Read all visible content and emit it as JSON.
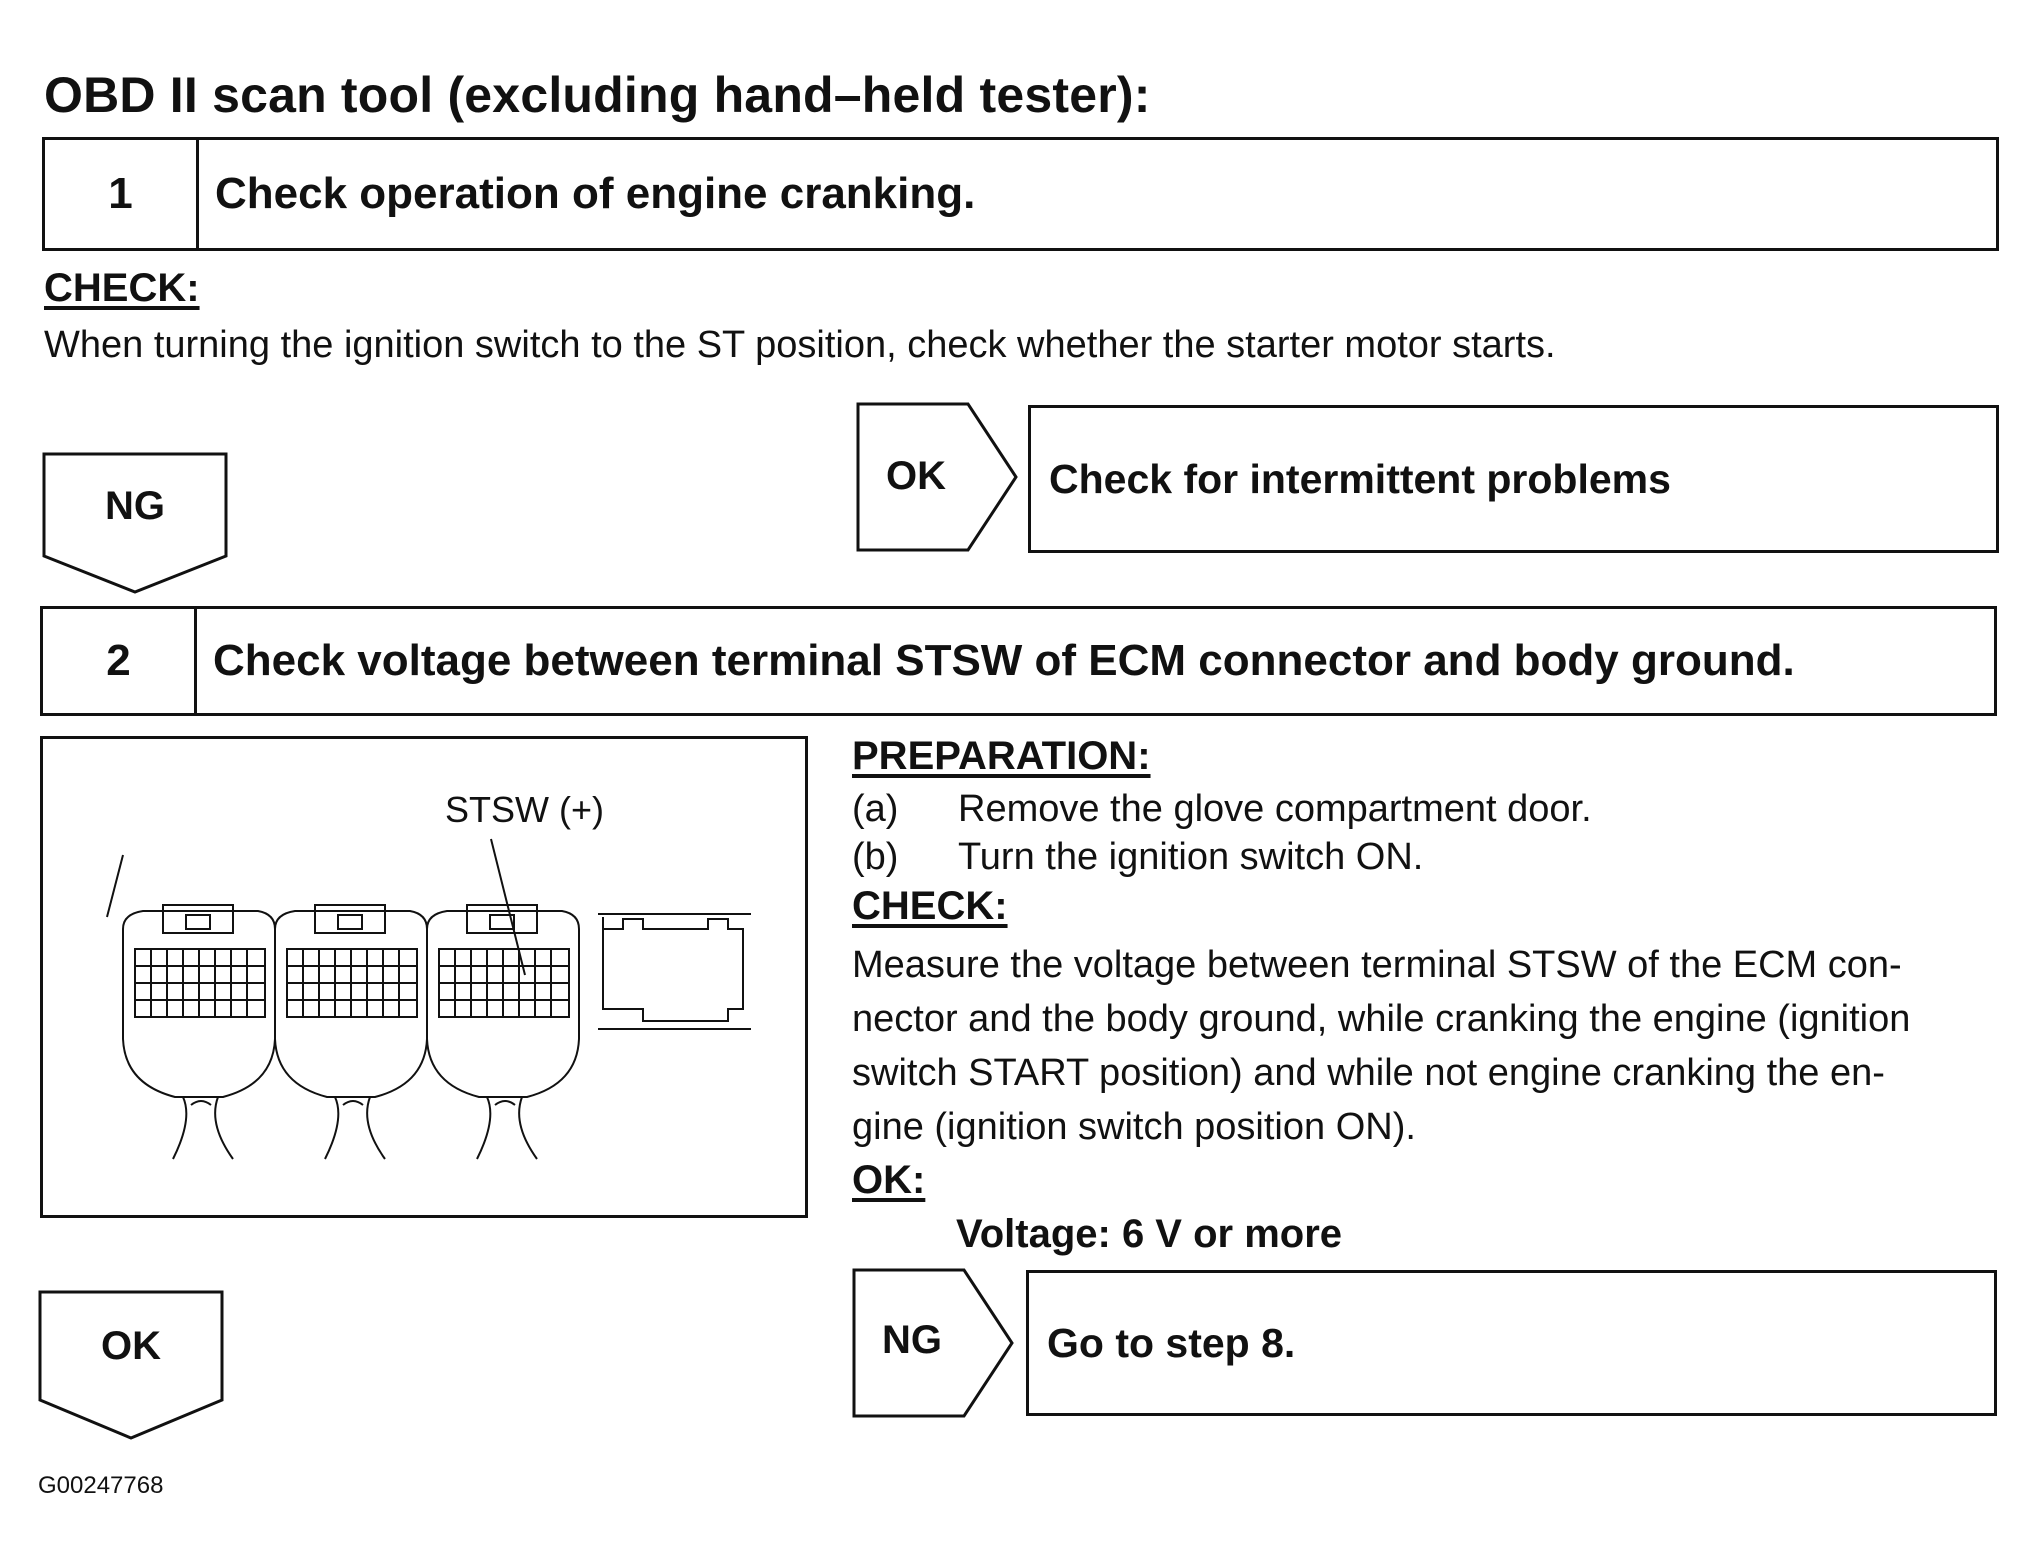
{
  "title": "OBD II scan tool (excluding hand–held tester):",
  "step1": {
    "number": "1",
    "text": "Check operation of engine cranking.",
    "check_label": "CHECK:",
    "check_text": "When turning the ignition switch to the ST position, check whether the starter motor starts.",
    "ng_label": "NG",
    "ok_label": "OK",
    "ok_result": "Check for intermittent problems"
  },
  "step2": {
    "number": "2",
    "text": "Check voltage between terminal STSW of ECM connector and body ground.",
    "diagram_label": "STSW (+)",
    "preparation_label": "PREPARATION:",
    "prep_items": [
      {
        "marker": "(a)",
        "text": "Remove the glove compartment door."
      },
      {
        "marker": "(b)",
        "text": "Turn the ignition switch ON."
      }
    ],
    "check_label": "CHECK:",
    "check_lines": [
      "Measure the voltage between terminal STSW of the ECM con-",
      "nector and the body ground, while cranking the engine (ignition",
      "switch START position) and while not engine cranking the en-",
      "gine (ignition switch position ON)."
    ],
    "ok_label": "OK:",
    "ok_value": "Voltage: 6 V or more",
    "ng_label": "NG",
    "ng_result": "Go to step 8.",
    "ok_arrow_label": "OK"
  },
  "figure_id": "G00247768"
}
